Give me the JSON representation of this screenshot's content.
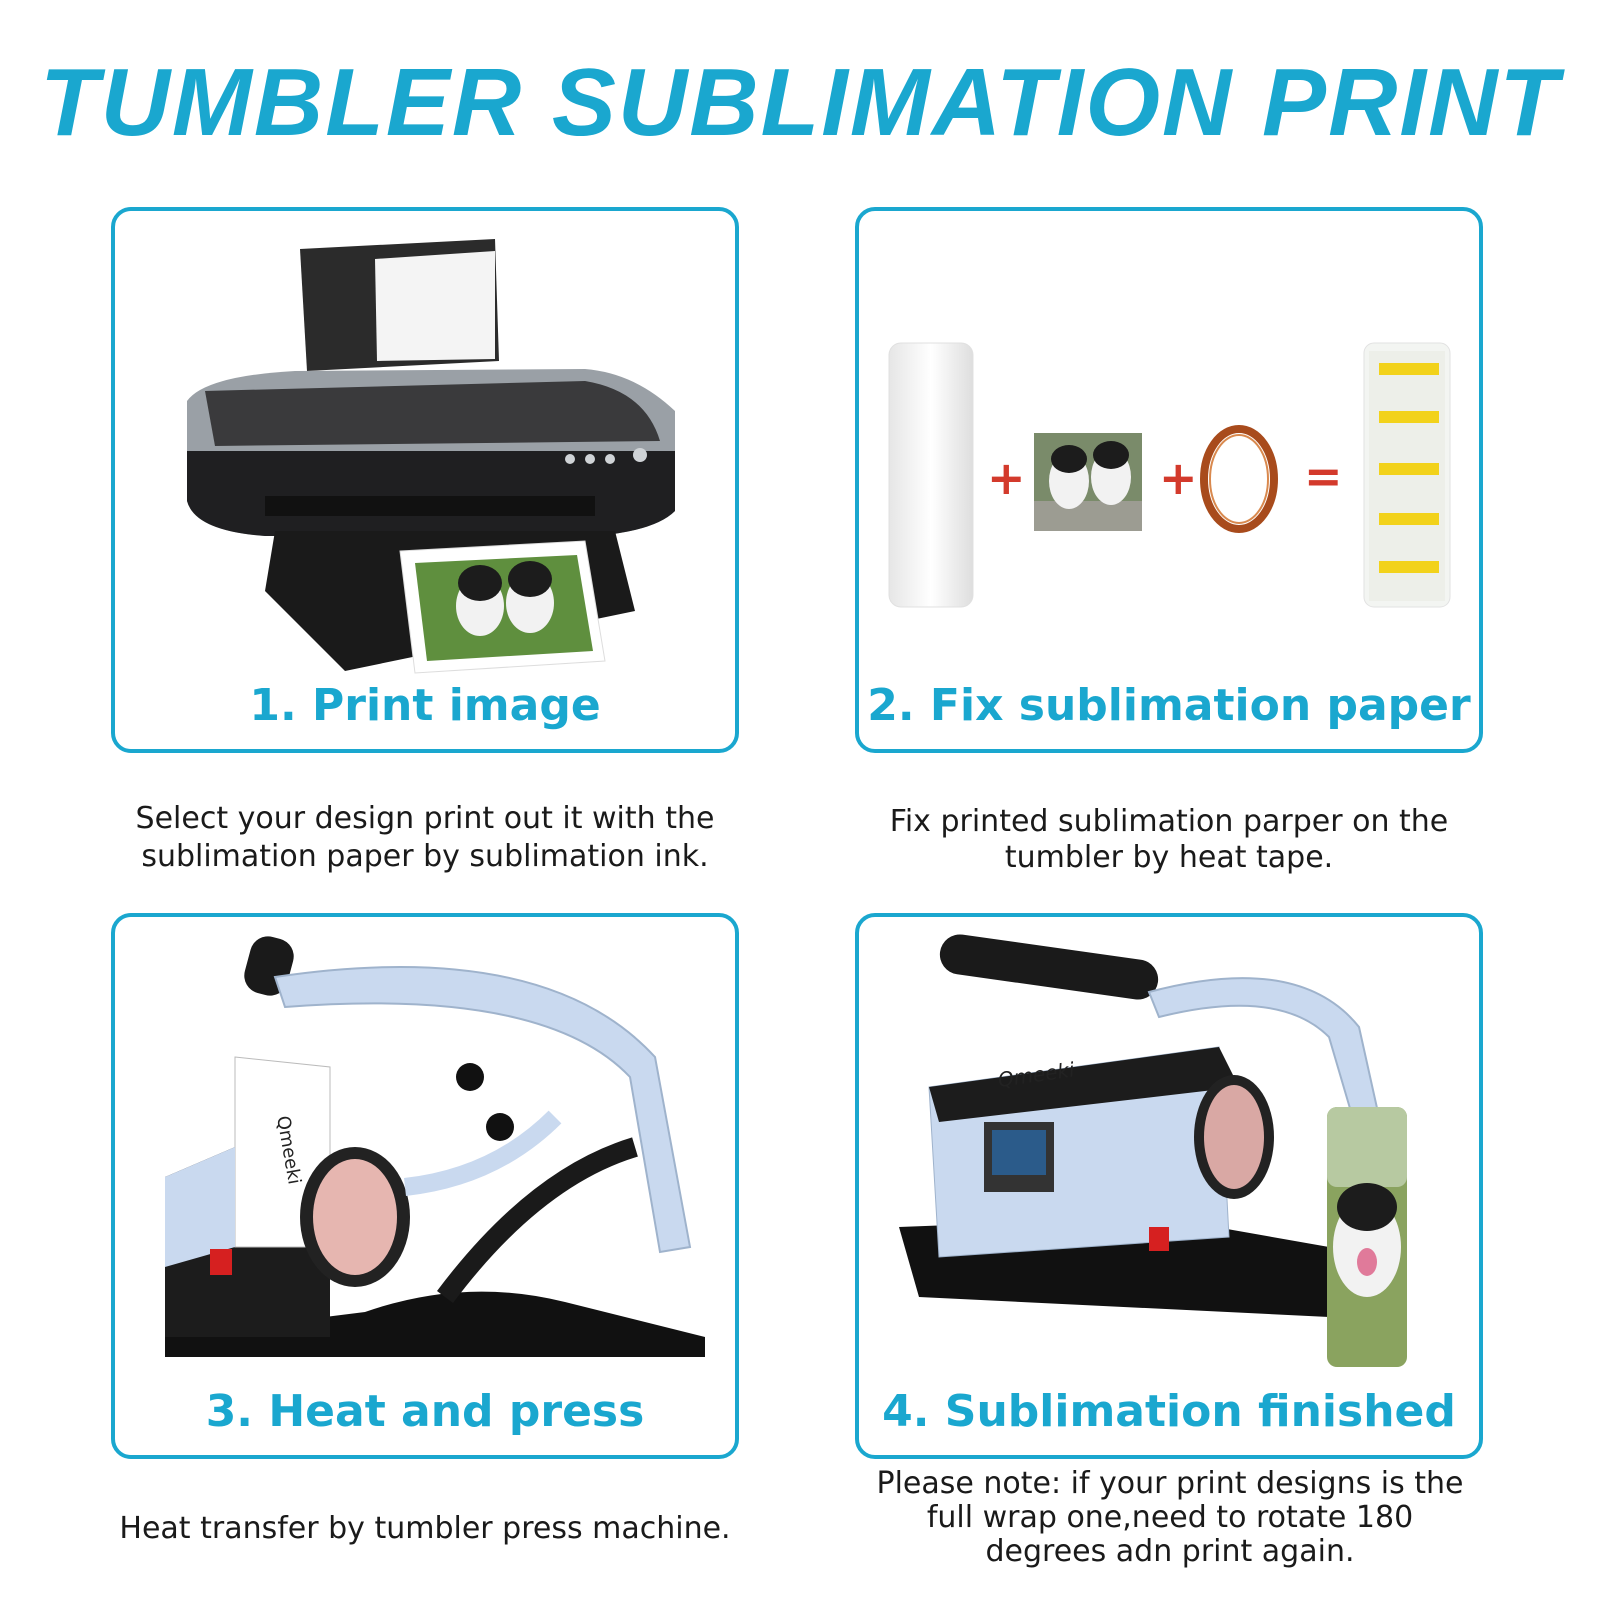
{
  "title": "TUMBLER SUBLIMATION PRINT",
  "steps": [
    {
      "label": "1. Print image",
      "caption_lines": [
        "Select your design print out it with the",
        "sublimation paper by sublimation ink."
      ]
    },
    {
      "label": "2. Fix sublimation paper",
      "caption_lines": [
        "Fix printed sublimation parper on the",
        "tumbler by heat tape."
      ],
      "operators": [
        "+",
        "+",
        "="
      ]
    },
    {
      "label": "3. Heat and press",
      "caption_lines": [
        "Heat transfer by tumbler press machine."
      ],
      "brand": "Qmeeki"
    },
    {
      "label": "4. Sublimation finished",
      "caption_lines": [
        "Please note: if your print designs is the",
        "full wrap one,need to rotate 180",
        "degrees adn print again."
      ],
      "brand": "Qmeeki"
    }
  ],
  "colors": {
    "accent": "#1aa7cf",
    "operator": "#d33a2c",
    "tape": "#f2d21b",
    "press_body": "#c9d9ef"
  }
}
